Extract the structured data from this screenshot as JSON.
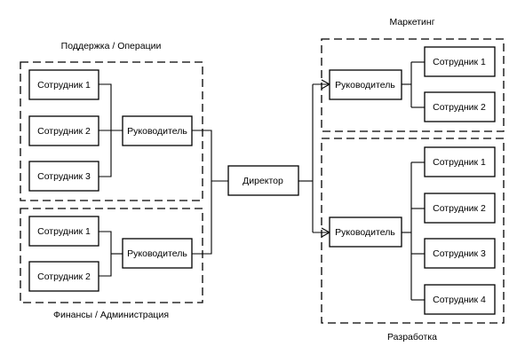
{
  "groups": {
    "support": "Поддержка / Операции",
    "finance": "Финансы / Администрация",
    "marketing": "Маркетинг",
    "development": "Разработка"
  },
  "director": "Директор",
  "support": {
    "manager": "Руководитель",
    "employees": [
      "Сотрудник 1",
      "Сотрудник 2",
      "Сотрудник 3"
    ]
  },
  "finance": {
    "manager": "Руководитель",
    "employees": [
      "Сотрудник 1",
      "Сотрудник 2"
    ]
  },
  "marketing": {
    "manager": "Руководитель",
    "employees": [
      "Сотрудник 1",
      "Сотрудник 2"
    ]
  },
  "development": {
    "manager": "Руководитель",
    "employees": [
      "Сотрудник 1",
      "Сотрудник 2",
      "Сотрудник 3",
      "Сотрудник 4"
    ]
  }
}
